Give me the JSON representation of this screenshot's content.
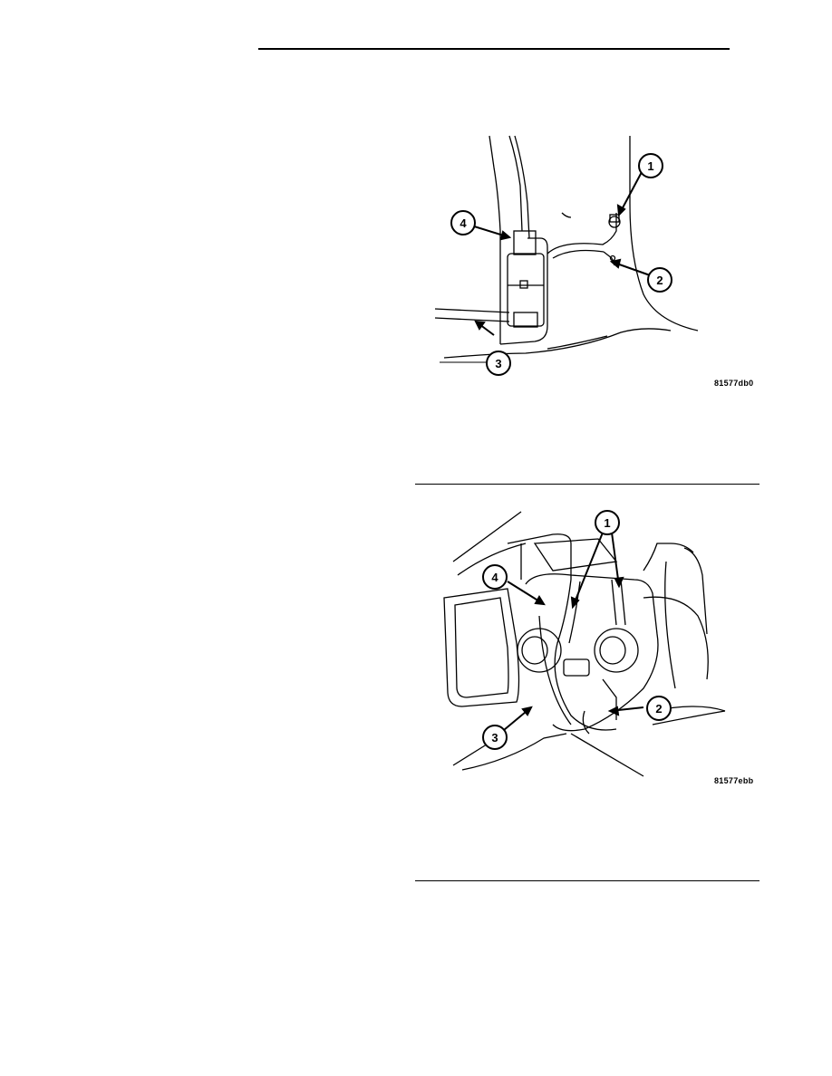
{
  "figures": [
    {
      "code": "81577db0",
      "callouts": [
        "1",
        "2",
        "3",
        "4"
      ]
    },
    {
      "code": "81577ebb",
      "callouts": [
        "1",
        "2",
        "3",
        "4"
      ]
    }
  ]
}
